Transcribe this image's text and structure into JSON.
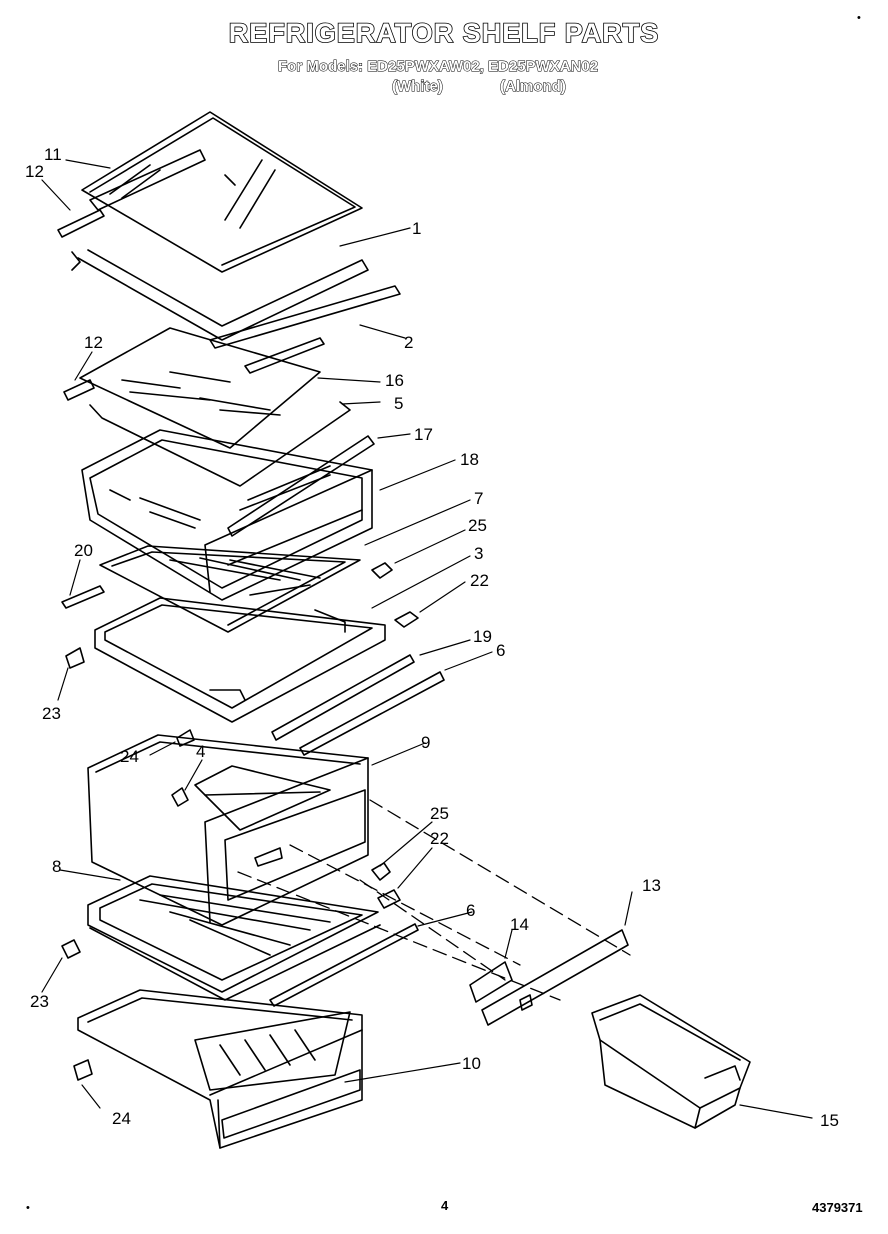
{
  "header": {
    "title": "REFRIGERATOR SHELF PARTS",
    "models_line": "For Models: ED25PWXAW02, ED25PWXAN02",
    "variant_white": "(White)",
    "variant_almond": "(Almond)"
  },
  "callouts": {
    "c11": "11",
    "c12a": "12",
    "c1": "1",
    "c2": "2",
    "c12b": "12",
    "c16": "16",
    "c5": "5",
    "c17": "17",
    "c18": "18",
    "c7": "7",
    "c25a": "25",
    "c20": "20",
    "c3": "3",
    "c22a": "22",
    "c19": "19",
    "c6a": "6",
    "c23a": "23",
    "c24a": "24",
    "c9": "9",
    "c4": "4",
    "c25b": "25",
    "c22b": "22",
    "c8": "8",
    "c13": "13",
    "c6b": "6",
    "c14": "14",
    "c23b": "23",
    "c10": "10",
    "c24b": "24",
    "c15": "15"
  },
  "footer": {
    "page_number": "4",
    "doc_number": "4379371",
    "mark_top_right": "•",
    "mark_bottom_left": "•"
  }
}
